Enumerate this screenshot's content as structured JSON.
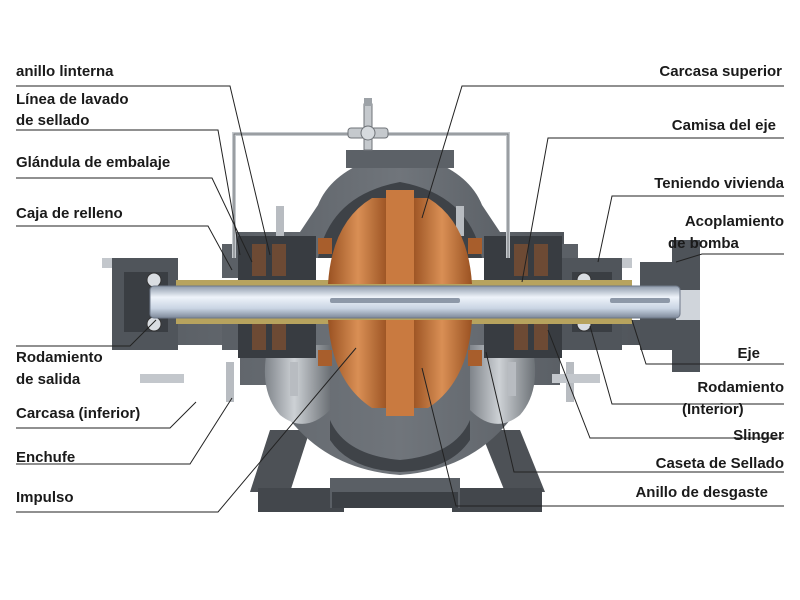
{
  "colors": {
    "casing_dark": "#4d5156",
    "casing_mid": "#6b7076",
    "casing_light": "#a9aeb3",
    "impeller": "#b86a32",
    "impeller_light": "#d98f55",
    "shaft": "#c9d4e3",
    "shaft_highlight": "#eef3fa",
    "pipe": "#c5c9cd",
    "sleeve": "#b7a35e",
    "label": "#1a1a1a",
    "leader": "#222222"
  },
  "labels": {
    "anillo_linterna": "anillo linterna",
    "linea_lavado_1": "Línea de lavado",
    "linea_lavado_2": "de sellado",
    "glandula": "Glándula de embalaje",
    "caja_relleno": "Caja de relleno",
    "rodamiento_salida_1": "Rodamiento",
    "rodamiento_salida_2": "de salida",
    "carcasa_inferior": "Carcasa (inferior)",
    "enchufe": "Enchufe",
    "impulso": "Impulso",
    "carcasa_superior": "Carcasa superior",
    "camisa_eje": "Camisa del eje",
    "teniendo_vivienda": "Teniendo vivienda",
    "acoplamiento_1": "Acoplamiento",
    "acoplamiento_2": "de bomba",
    "eje": "Eje",
    "rodamiento_interior_1": "Rodamiento",
    "rodamiento_interior_2": "(Interior)",
    "slinger": "Slinger",
    "caseta_sellado": "Caseta de Sellado",
    "anillo_desgaste": "Anillo de desgaste"
  }
}
